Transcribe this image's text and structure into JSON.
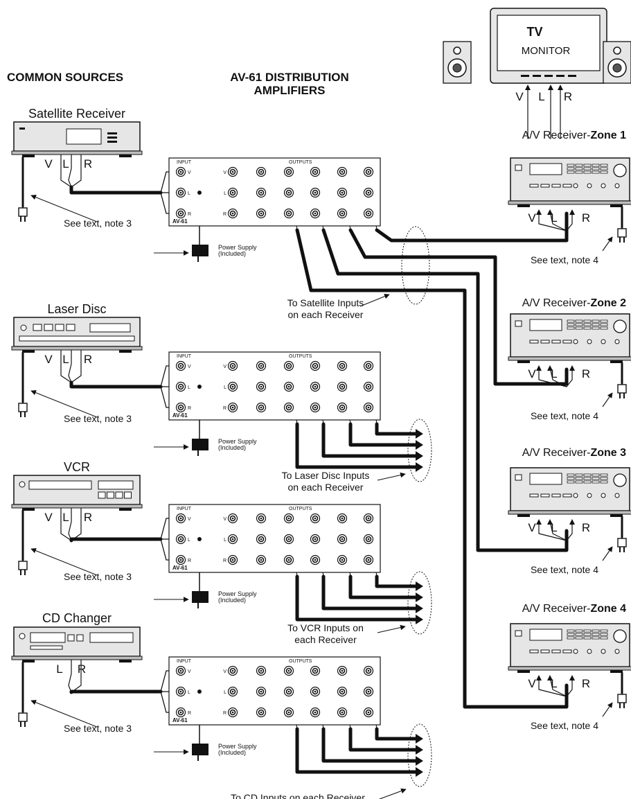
{
  "headings": {
    "sources": "COMMON SOURCES",
    "amps_line1": "AV-61 DISTRIBUTION",
    "amps_line2": "AMPLIFIERS"
  },
  "sources": [
    {
      "name": "Satellite Receiver",
      "channels": [
        "V",
        "L",
        "R"
      ]
    },
    {
      "name": "Laser Disc",
      "channels": [
        "V",
        "L",
        "R"
      ]
    },
    {
      "name": "VCR",
      "channels": [
        "V",
        "L",
        "R"
      ]
    },
    {
      "name": "CD Changer",
      "channels": [
        "L",
        "R"
      ]
    }
  ],
  "amplifier": {
    "model": "AV-61",
    "input_label": "INPUT",
    "outputs_label": "OUTPUTS",
    "channel_letters": [
      "V",
      "L",
      "R"
    ],
    "power_supply_line1": "Power Supply",
    "power_supply_line2": "(Included)"
  },
  "source_note": "See text, note 3",
  "receiver_note": "See text, note 4",
  "destination_notes": [
    {
      "line1": "To Satellite Inputs",
      "line2": "on each Receiver"
    },
    {
      "line1": "To Laser Disc Inputs",
      "line2": "on each Receiver"
    },
    {
      "line1": "To VCR Inputs on",
      "line2": "each Receiver"
    },
    {
      "line1": "To CD Inputs on each Receiver",
      "line2": ""
    }
  ],
  "tv": {
    "title": "TV",
    "subtitle": "MONITOR",
    "channels": [
      "V",
      "L",
      "R"
    ]
  },
  "receivers": [
    {
      "prefix": "A/V Receiver-",
      "zone": "Zone 1"
    },
    {
      "prefix": "A/V Receiver-",
      "zone": "Zone 2"
    },
    {
      "prefix": "A/V Receiver-",
      "zone": "Zone 3"
    },
    {
      "prefix": "A/V Receiver-",
      "zone": "Zone 4"
    }
  ],
  "receiver_channels": [
    "V",
    "L",
    "R"
  ]
}
